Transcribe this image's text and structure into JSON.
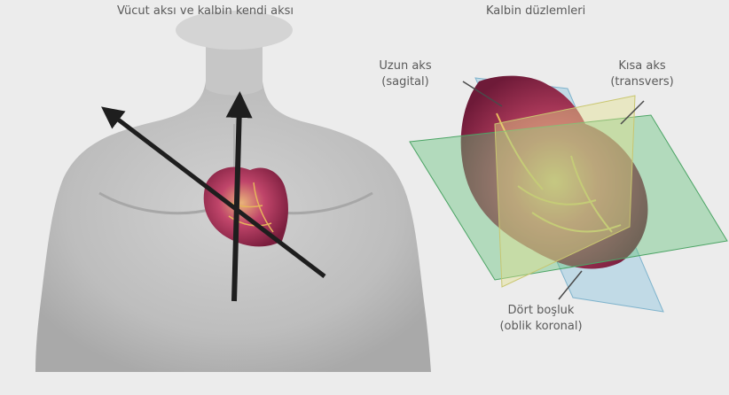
{
  "headings": {
    "left": "Vücut aksı ve kalbin kendi aksı",
    "right": "Kalbin düzlemleri"
  },
  "labels": {
    "long_axis": {
      "name": "Uzun aks",
      "detail": "(sagital)"
    },
    "short_axis": {
      "name": "Kısa aks",
      "detail": "(transvers)"
    },
    "four_chamber": {
      "name": "Dört boşluk",
      "detail": "(oblik koronal)"
    }
  },
  "colors": {
    "background": "#ececec",
    "body": "#bdbdbd",
    "arrow": "#1e1e1e",
    "heart": "#b0305a",
    "plane_sagittal": "#8fc6e0",
    "plane_transverse": "#e2df8a",
    "plane_coronal": "#62c07a"
  }
}
